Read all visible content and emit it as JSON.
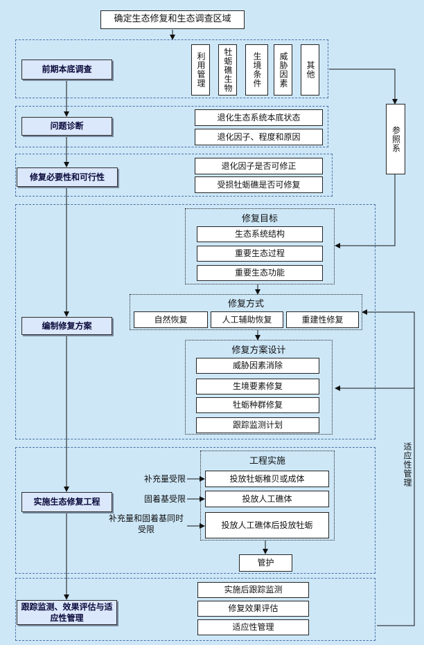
{
  "top": "确定生态修复和生态调查区域",
  "stages": {
    "s1": "前期本底调查",
    "s2": "问题诊断",
    "s3": "修复必要性和可行性",
    "s4": "编制修复方案",
    "s5": "实施生态修复工程",
    "s6": "跟踪监测、效果评估与适应性管理"
  },
  "survey": [
    "利用管理",
    "牡蛎礁生物",
    "生境条件",
    "威胁因素",
    "其他"
  ],
  "diagnosis": [
    "退化生态系统本底状态",
    "退化因子、程度和原因"
  ],
  "feasibility": [
    "退化因子是否可修正",
    "受损牡蛎礁是否可修复"
  ],
  "goals": {
    "title": "修复目标",
    "items": [
      "生态系统结构",
      "重要生态过程",
      "重要生态功能"
    ]
  },
  "methods": {
    "title": "修复方式",
    "items": [
      "自然恢复",
      "人工辅助恢复",
      "重建性修复"
    ]
  },
  "design": {
    "title": "修复方案设计",
    "items": [
      "威胁因素消除",
      "生境要素修复",
      "牡蛎种群修复",
      "跟踪监测计划"
    ]
  },
  "impl": {
    "title": "工程实施",
    "items": [
      "投放牡蛎稚贝或成体",
      "投放人工礁体",
      "投放人工礁体后投放牡蛎"
    ],
    "conditions": [
      "补充量受限",
      "固着基受限",
      "补充量和固着基同时受限"
    ],
    "care": "管护"
  },
  "monitor": [
    "实施后跟踪监测",
    "修复效果评估",
    "适应性管理"
  ],
  "reference": "参照系",
  "adaptive": "适应性管理"
}
